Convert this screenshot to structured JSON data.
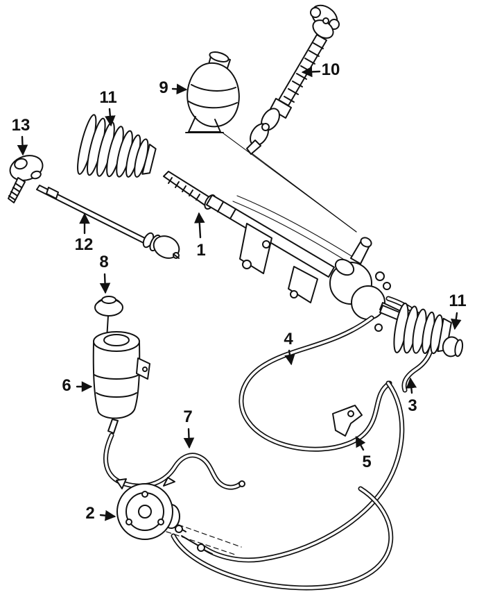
{
  "diagram": {
    "background_color": "#ffffff",
    "line_color": "#111111",
    "callouts": [
      {
        "label": "1"
      },
      {
        "label": "2"
      },
      {
        "label": "3"
      },
      {
        "label": "4"
      },
      {
        "label": "5"
      },
      {
        "label": "6"
      },
      {
        "label": "7"
      },
      {
        "label": "8"
      },
      {
        "label": "9"
      },
      {
        "label": "10"
      },
      {
        "label": "11"
      },
      {
        "label": "11"
      },
      {
        "label": "12"
      },
      {
        "label": "13"
      }
    ]
  }
}
